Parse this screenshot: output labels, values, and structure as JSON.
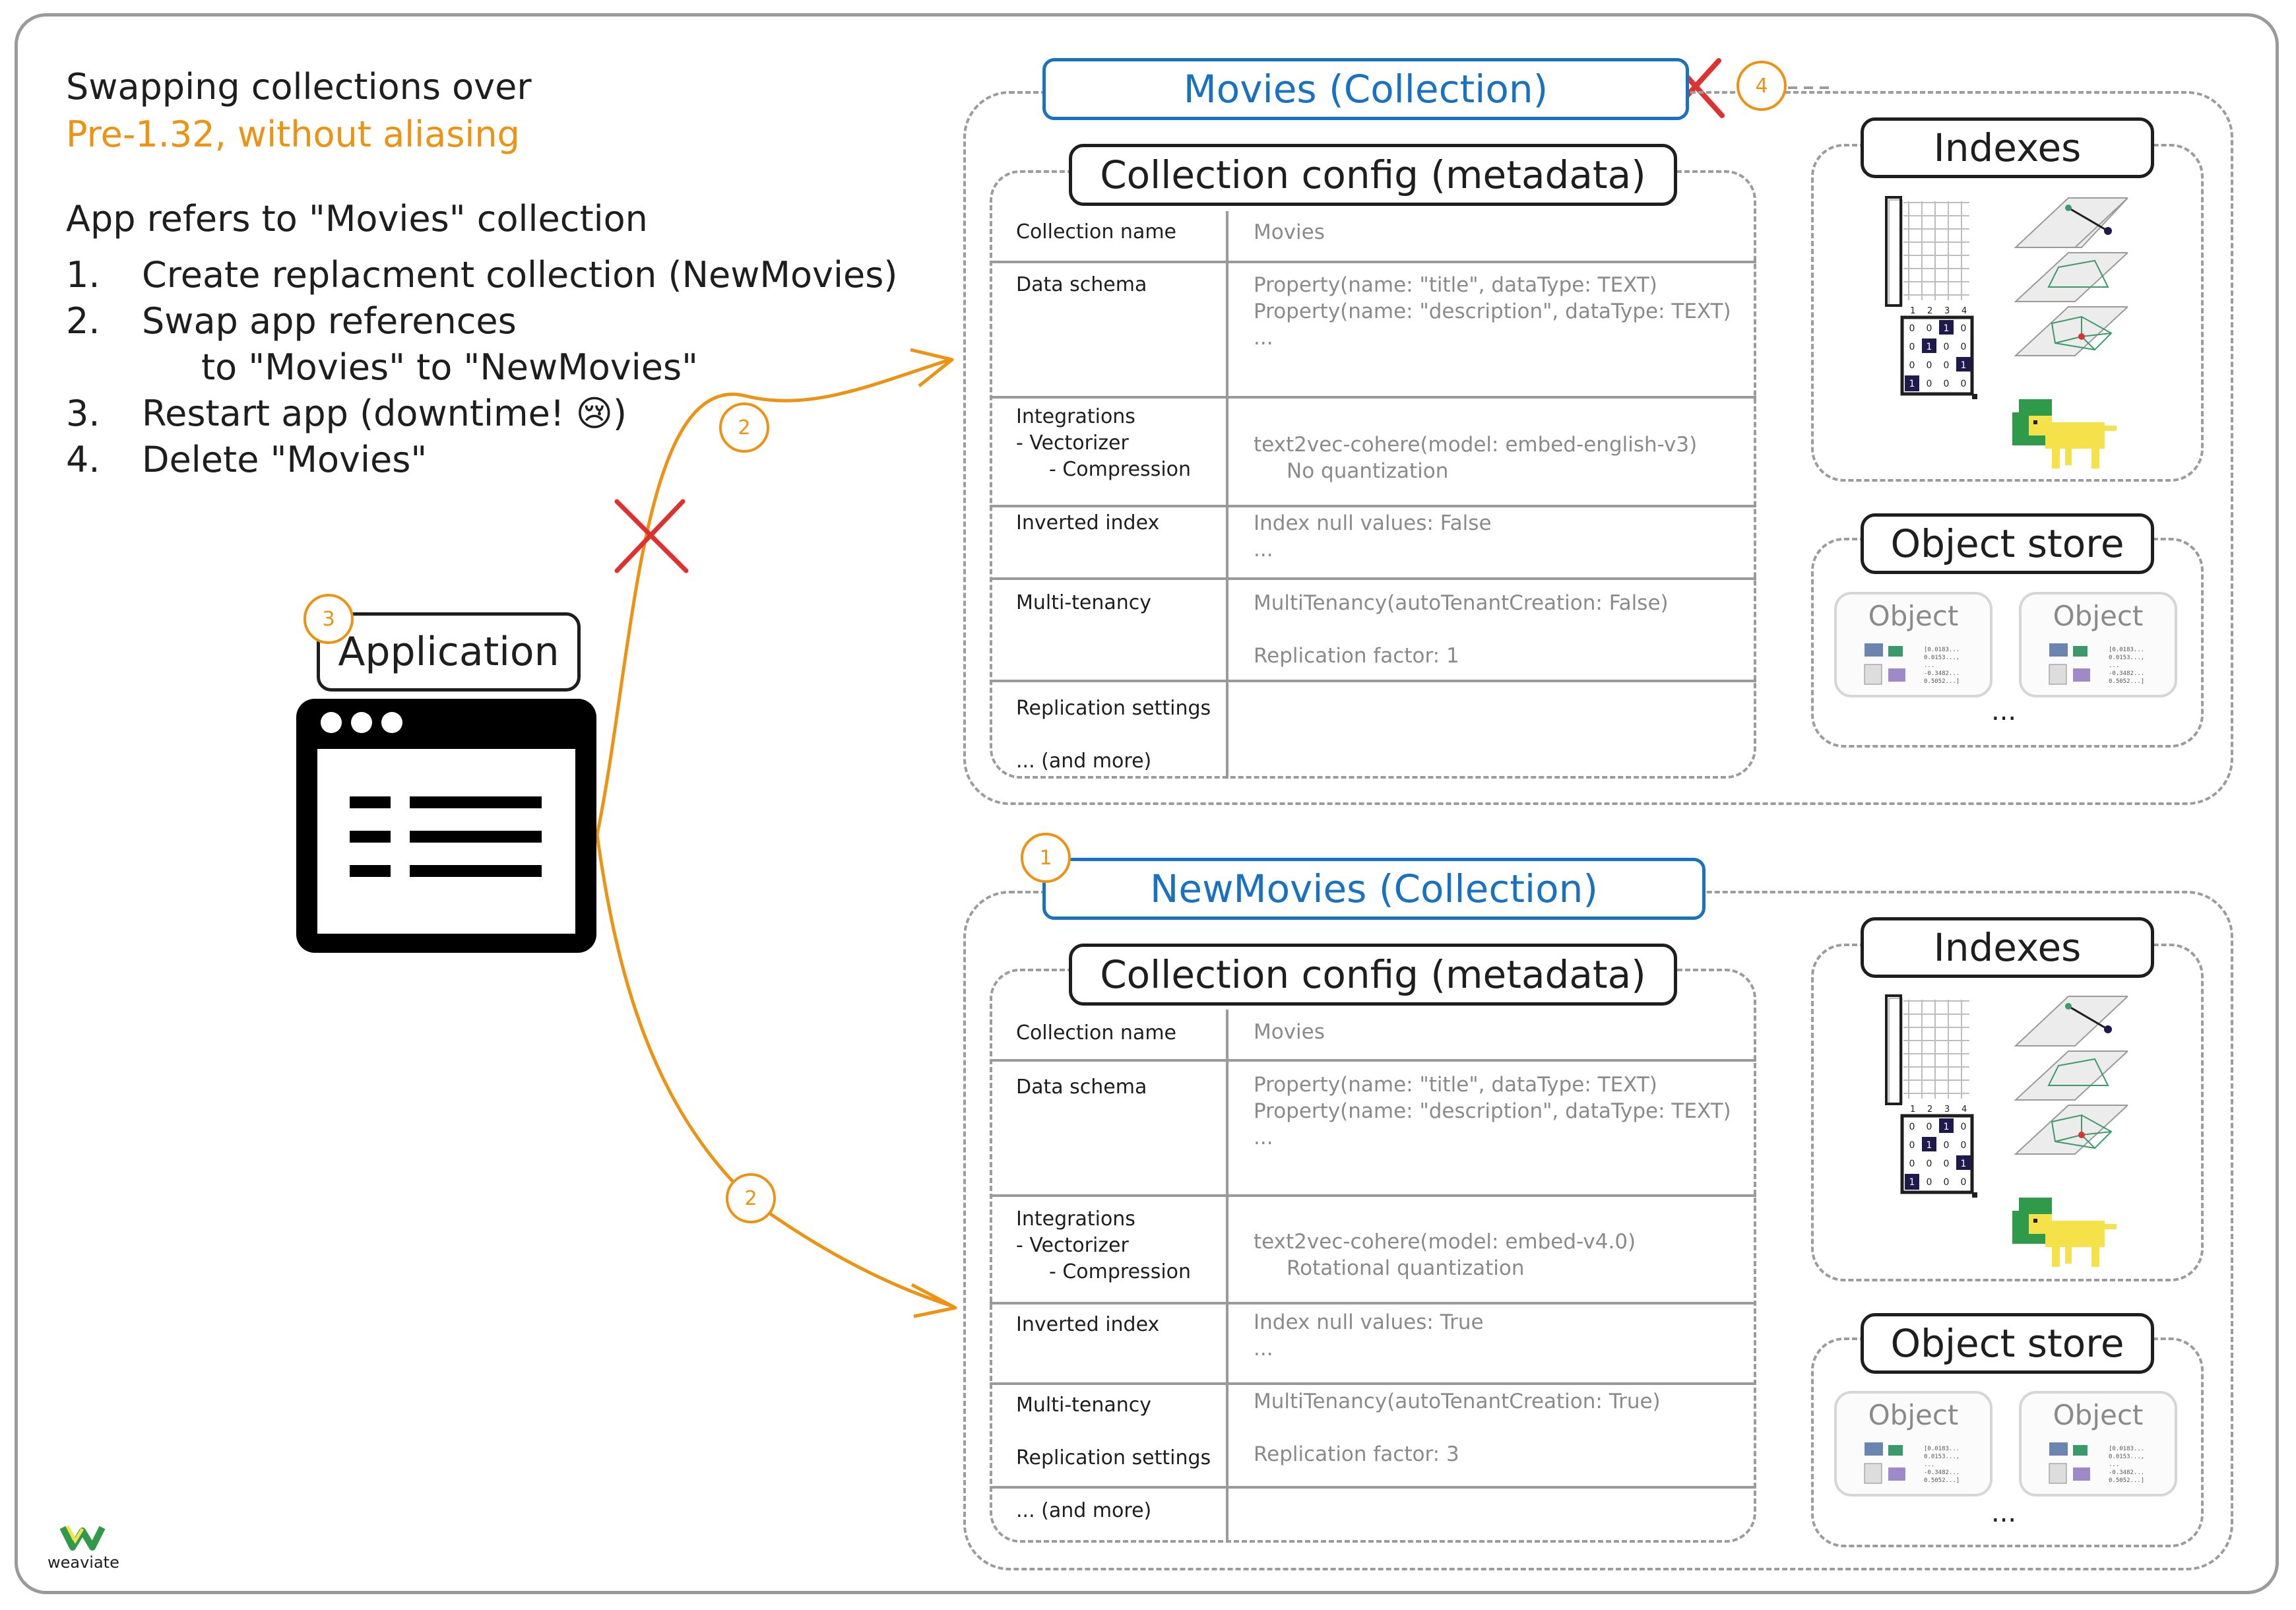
{
  "intro": {
    "line1": "Swapping collections over",
    "line2": "Pre-1.32, without aliasing",
    "app_refers": "App refers to \"Movies\" collection",
    "steps": [
      {
        "num": "1.",
        "text": "Create replacment collection (NewMovies)"
      },
      {
        "num": "2.",
        "text": "Swap app references"
      },
      {
        "num": "",
        "text": "to \"Movies\" to \"NewMovies\""
      },
      {
        "num": "3.",
        "text": "Restart app (downtime! 😢)"
      },
      {
        "num": "4.",
        "text": "Delete \"Movies\""
      }
    ]
  },
  "application": {
    "label": "Application"
  },
  "badges": {
    "b1": "1",
    "b2a": "2",
    "b2b": "2",
    "b3": "3",
    "b4": "4"
  },
  "top": {
    "collection_title": "Movies (Collection)",
    "config_title": "Collection config (metadata)",
    "rows": {
      "collection_name_label": "Collection name",
      "collection_name_value": "Movies",
      "data_schema_label": "Data schema",
      "data_schema_value": "Property(name: \"title\", dataType: TEXT)\nProperty(name: \"description\", dataType: TEXT)\n...",
      "integrations_label": "Integrations",
      "vectorizer_label": "- Vectorizer",
      "compression_label": "- Compression",
      "vectorizer_value": "text2vec-cohere(model: embed-english-v3)",
      "compression_value": "No quantization",
      "inverted_label": "Inverted index",
      "inverted_value": "Index null values: False\n...",
      "multitenancy_label": "Multi-tenancy",
      "multitenancy_value": "MultiTenancy(autoTenantCreation: False)",
      "replication_value": "Replication factor: 1",
      "replication_label": "Replication settings",
      "more_label": "... (and more)"
    },
    "indexes_title": "Indexes",
    "object_store_title": "Object store",
    "object_label": "Object",
    "ellipsis": "..."
  },
  "bottom": {
    "collection_title": "NewMovies (Collection)",
    "config_title": "Collection config (metadata)",
    "rows": {
      "collection_name_label": "Collection name",
      "collection_name_value": "Movies",
      "data_schema_label": "Data schema",
      "data_schema_value": "Property(name: \"title\", dataType: TEXT)\nProperty(name: \"description\", dataType: TEXT)\n...",
      "integrations_label": "Integrations",
      "vectorizer_label": "- Vectorizer",
      "compression_label": "- Compression",
      "vectorizer_value": "text2vec-cohere(model: embed-v4.0)",
      "compression_value": "Rotational quantization",
      "inverted_label": "Inverted index",
      "inverted_value": "Index null values: True\n...",
      "multitenancy_label": "Multi-tenancy",
      "multitenancy_value": "MultiTenancy(autoTenantCreation: True)",
      "replication_label": "Replication settings",
      "replication_value": "Replication factor: 3",
      "more_label": "... (and more)"
    },
    "indexes_title": "Indexes",
    "object_store_title": "Object store",
    "object_label": "Object",
    "ellipsis": "..."
  },
  "matrix": {
    "headers": [
      "1",
      "2",
      "3",
      "4"
    ],
    "rows": [
      [
        "0",
        "0",
        "1",
        "0"
      ],
      [
        "0",
        "1",
        "0",
        "0"
      ],
      [
        "0",
        "0",
        "0",
        "1"
      ],
      [
        "1",
        "0",
        "0",
        "0"
      ]
    ]
  },
  "object_vector_lines": [
    "[0.0183...",
    "0.0153...,",
    "...",
    "-0.3482...",
    "0.5052...]"
  ],
  "logo": {
    "text": "weaviate"
  },
  "colors": {
    "accent": "#ee9212",
    "blue": "#1971c2",
    "cross": "#e03131",
    "ink": "#1e1e1e"
  }
}
